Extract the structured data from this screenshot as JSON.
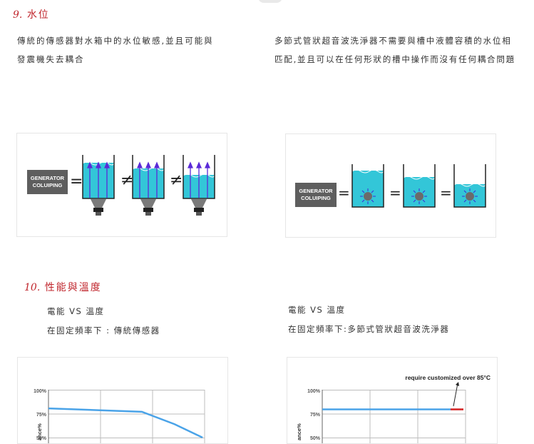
{
  "section9": {
    "number": "9.",
    "title": "水位",
    "left_text_1": "傳統的傳感器對水箱中的水位敏感,並且可能與",
    "left_text_2": "發震機失去耦合",
    "right_text_1": "多節式管狀超音波洗淨器不需要與槽中液體容積的水位相",
    "right_text_2": "匹配,並且可以在任何形狀的槽中操作而沒有任何耦合問題",
    "generator_label_1": "GENERATOR",
    "generator_label_2": "COLUIPING",
    "equals_symbol": "=",
    "not_equals_symbol": "≠",
    "water_color": "#33c6d8"
  },
  "section10": {
    "number": "10.",
    "title": "性能與溫度",
    "left_heading": "電能 VS 溫度",
    "left_sub": "在固定頻率下 : 傳統傳感器",
    "right_heading": "電能 VS 溫度",
    "right_sub": "在固定頻率下:多節式管狀超音波洗淨器"
  },
  "chart_data": [
    {
      "type": "line",
      "ylabel": "ance%",
      "yticks": [
        "100%",
        "75%",
        "50%"
      ],
      "ylim": [
        50,
        100
      ],
      "x": [
        0,
        1,
        1.35,
        1.65
      ],
      "series": [
        {
          "values": [
            80.5,
            77,
            64,
            50
          ]
        }
      ],
      "line_color": "#4aa3e8"
    },
    {
      "type": "line",
      "ylabel": "ance%",
      "yticks": [
        "100%",
        "75%",
        "50%"
      ],
      "ylim": [
        50,
        100
      ],
      "annotation": "require customized over 85°C",
      "x": [
        0,
        3.0,
        3.3
      ],
      "series": [
        {
          "values": [
            79.5,
            79.5,
            79.5
          ]
        }
      ],
      "line_color": "#4aa3e8",
      "highlight_color": "#d42020"
    }
  ]
}
